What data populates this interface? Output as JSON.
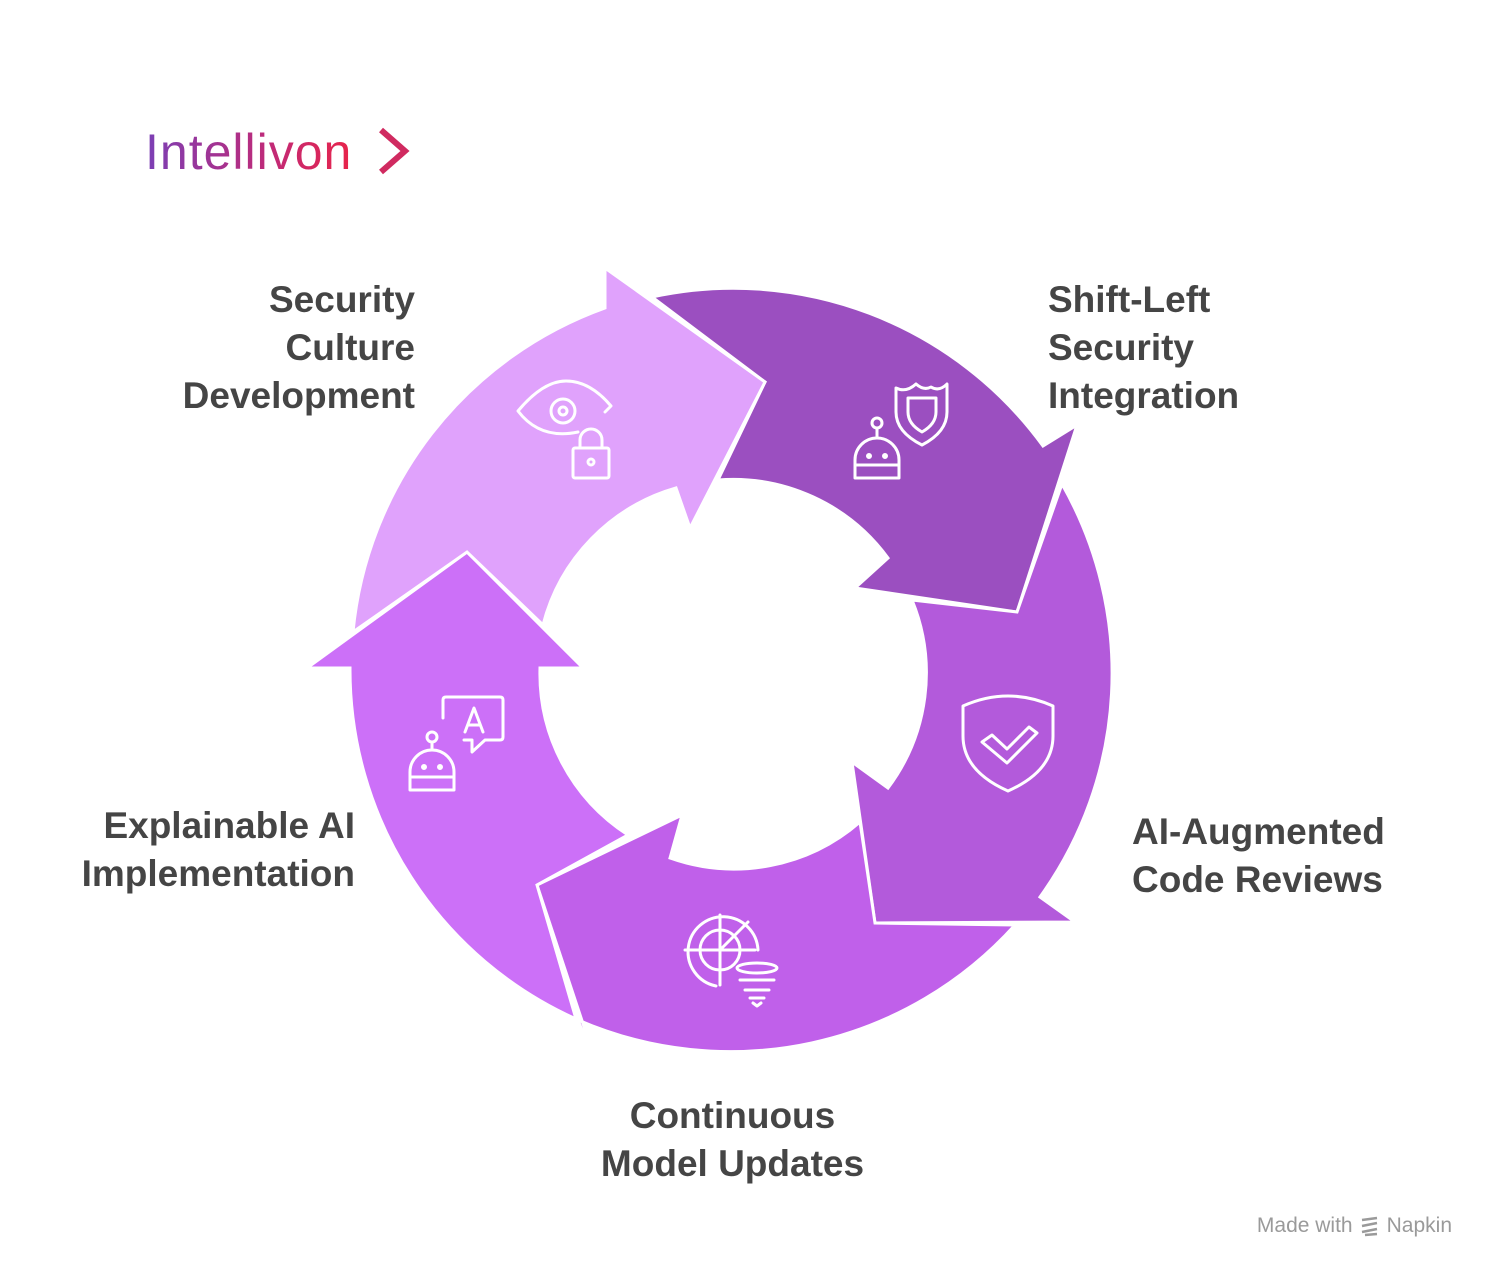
{
  "logo": {
    "text": "Intellivon"
  },
  "steps": [
    {
      "label": "Shift-Left\nSecurity\nIntegration",
      "icon": "robot-shield-icon",
      "color": "#9B4FC0"
    },
    {
      "label": "AI-Augmented\nCode Reviews",
      "icon": "shield-check-icon",
      "color": "#B35ADB"
    },
    {
      "label": "Continuous\nModel Updates",
      "icon": "radar-tornado-icon",
      "color": "#C060EA"
    },
    {
      "label": "Explainable AI\nImplementation",
      "icon": "robot-chat-icon",
      "color": "#CC70F8"
    },
    {
      "label": "Security\nCulture\nDevelopment",
      "icon": "eye-lock-icon",
      "color": "#E0A2FC"
    }
  ],
  "footer": {
    "made_with": "Made with",
    "brand": "Napkin"
  }
}
